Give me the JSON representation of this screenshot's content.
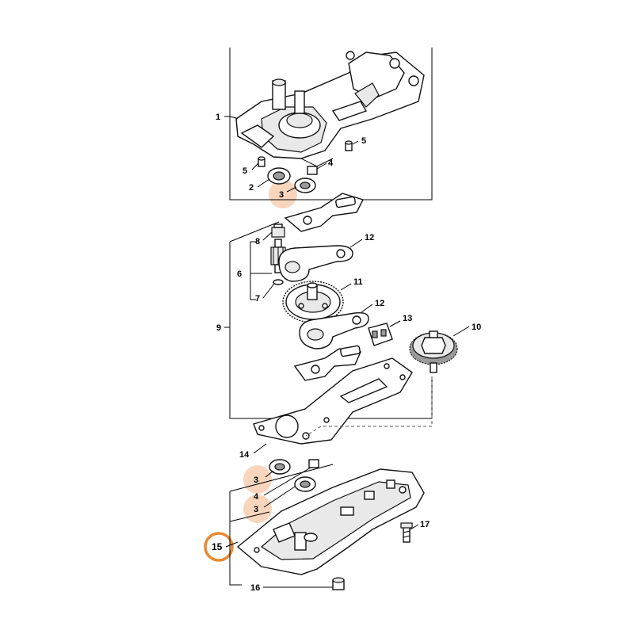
{
  "diagram": {
    "callouts": [
      {
        "id": "1",
        "text": "1"
      },
      {
        "id": "2",
        "text": "2"
      },
      {
        "id": "3a",
        "text": "3"
      },
      {
        "id": "4a",
        "text": "4"
      },
      {
        "id": "5a",
        "text": "5"
      },
      {
        "id": "5b",
        "text": "5"
      },
      {
        "id": "6",
        "text": "6"
      },
      {
        "id": "7",
        "text": "7"
      },
      {
        "id": "8",
        "text": "8"
      },
      {
        "id": "9",
        "text": "9"
      },
      {
        "id": "10",
        "text": "10"
      },
      {
        "id": "11",
        "text": "11"
      },
      {
        "id": "12a",
        "text": "12"
      },
      {
        "id": "12b",
        "text": "12"
      },
      {
        "id": "13",
        "text": "13"
      },
      {
        "id": "14",
        "text": "14"
      },
      {
        "id": "3b",
        "text": "3"
      },
      {
        "id": "4b",
        "text": "4"
      },
      {
        "id": "3c",
        "text": "3"
      },
      {
        "id": "15",
        "text": "15"
      },
      {
        "id": "16",
        "text": "16"
      },
      {
        "id": "17",
        "text": "17"
      }
    ],
    "highlight_colors": {
      "soft": "#f8d6bd",
      "strong": "#e8892f"
    }
  }
}
